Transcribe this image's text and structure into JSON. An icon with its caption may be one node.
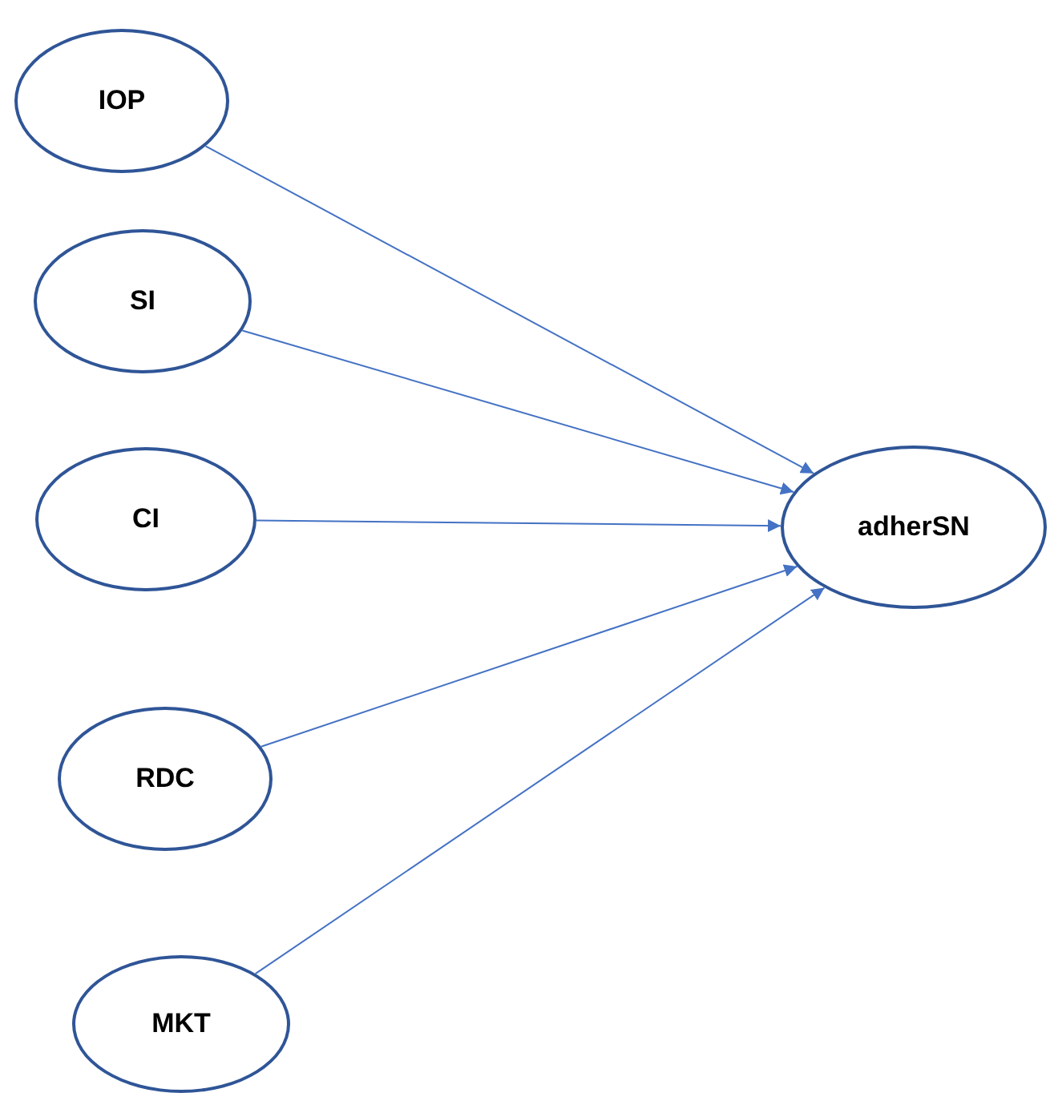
{
  "diagram": {
    "nodes": [
      {
        "text": [
          "IOP"
        ]
      },
      {
        "text": [
          "SI"
        ]
      },
      {
        "text": [
          "CI"
        ]
      },
      {
        "text": [
          "RDC"
        ]
      },
      {
        "text": [
          "MKT"
        ]
      },
      {
        "text": [
          "adherSN"
        ]
      }
    ],
    "edges": [
      {
        "from": 0,
        "to": 5,
        "arrow": "to"
      },
      {
        "from": 1,
        "to": 5,
        "arrow": "to"
      },
      {
        "from": 2,
        "to": 5,
        "arrow": "to"
      },
      {
        "from": 3,
        "to": 5,
        "arrow": "to"
      },
      {
        "from": 4,
        "to": 5,
        "arrow": "to"
      }
    ]
  }
}
